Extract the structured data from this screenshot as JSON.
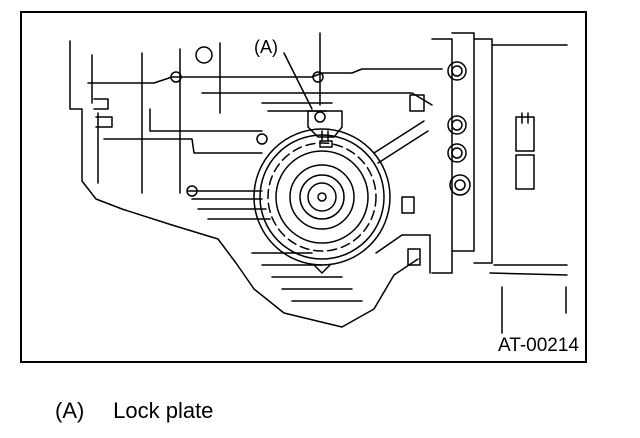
{
  "figure": {
    "callout_label": "(A)",
    "figure_code": "AT-00214"
  },
  "legend": {
    "items": [
      {
        "key": "(A)",
        "label": "Lock plate"
      }
    ]
  }
}
